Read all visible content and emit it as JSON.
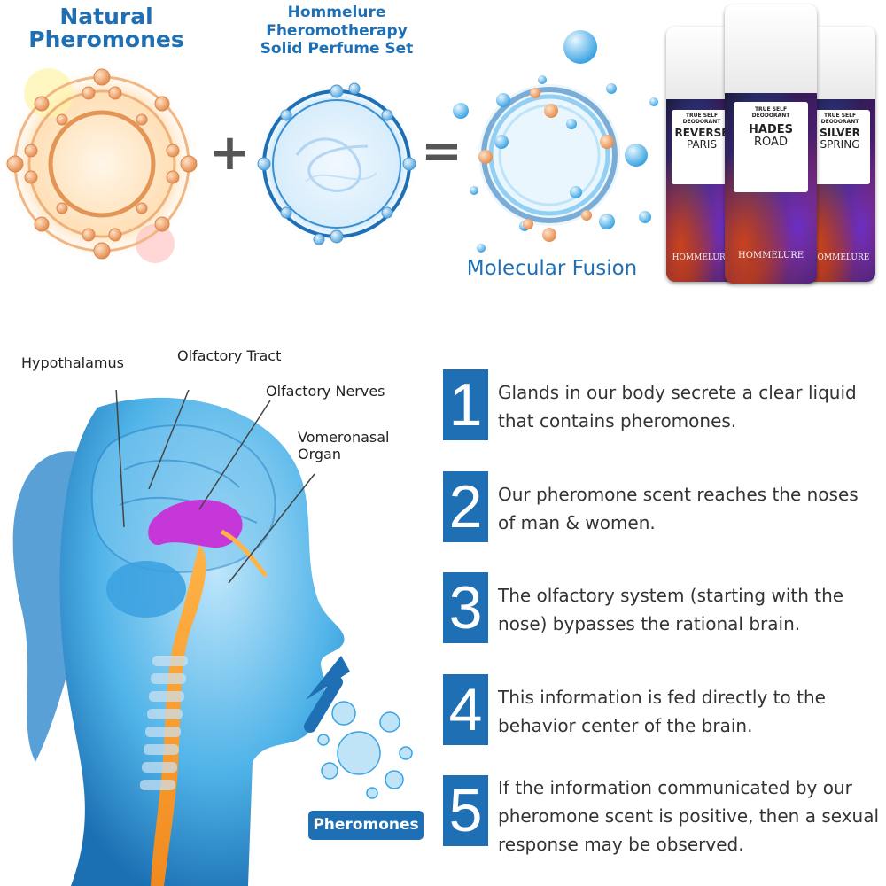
{
  "top": {
    "natural_title": "Natural\nPheromones",
    "hommelure_title": "Hommelure\nFheromotherapy\nSolid Perfume Set",
    "plus_symbol": "+",
    "equals_symbol": "=",
    "fusion_label": "Molecular Fusion"
  },
  "products": [
    {
      "small": "TRUE SELF\nDEODORANT",
      "name1": "REVERSE",
      "name2": "PARIS",
      "brand": "HOMMELURE"
    },
    {
      "small": "TRUE SELF\nDEODORANT",
      "name1": "HADES",
      "name2": "ROAD",
      "brand": "HOMMELURE"
    },
    {
      "small": "TRUE SELF\nDEODORANT",
      "name1": "SILVER",
      "name2": "SPRING",
      "brand": "HOMMELURE"
    }
  ],
  "anatomy": {
    "hypothalamus": "Hypothalamus",
    "olfactory_tract": "Olfactory Tract",
    "olfactory_nerves": "Olfactory Nerves",
    "vomeronasal": "Vomeronasal\nOrgan",
    "pheromones_badge": "Pheromones"
  },
  "steps": [
    {
      "num": "1",
      "text": "Glands in our body secrete a clear liquid that contains pheromones."
    },
    {
      "num": "2",
      "text": "Our pheromone scent reaches the noses of man & women."
    },
    {
      "num": "3",
      "text": "The olfactory system (starting with the nose) bypasses the rational brain."
    },
    {
      "num": "4",
      "text": "This information is fed directly to the behavior center of the brain."
    },
    {
      "num": "5",
      "text": "If the information communicated by our pheromone scent is positive, then a sexual response may be observed."
    }
  ],
  "colors": {
    "accent": "#1f6fb5",
    "orange": "#e8a36a",
    "skin_blue": "#4fb3e8"
  }
}
